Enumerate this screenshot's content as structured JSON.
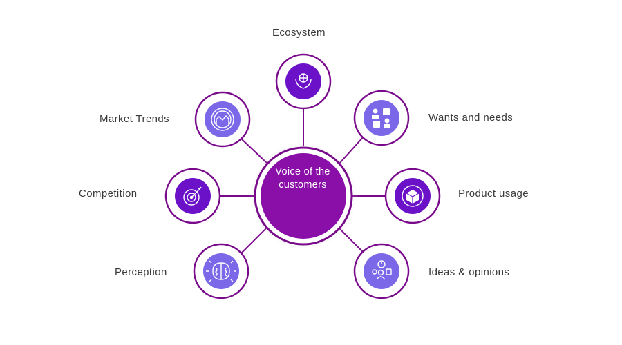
{
  "center": {
    "label": "Voice of the customers"
  },
  "nodes": [
    {
      "id": "ecosystem",
      "label": "Ecosystem",
      "icon": "hands-holding-globe-icon"
    },
    {
      "id": "wants",
      "label": "Wants and needs",
      "icon": "people-exchange-icon"
    },
    {
      "id": "product",
      "label": "Product usage",
      "icon": "box-cycle-icon"
    },
    {
      "id": "ideas",
      "label": "Ideas & opinions",
      "icon": "idea-person-icon"
    },
    {
      "id": "perception",
      "label": "Perception",
      "icon": "brain-icon"
    },
    {
      "id": "competition",
      "label": "Competition",
      "icon": "target-arrow-icon"
    },
    {
      "id": "market",
      "label": "Market Trends",
      "icon": "market-chart-icon"
    }
  ],
  "colors": {
    "center_fill": "#8A0EA8",
    "node_border": "#7A0A8C",
    "connector": "#7A0A8C",
    "icon_fill_light": "#7B68E8",
    "icon_fill_dark": "#6B12C8",
    "label_text": "#3a3a3a"
  }
}
